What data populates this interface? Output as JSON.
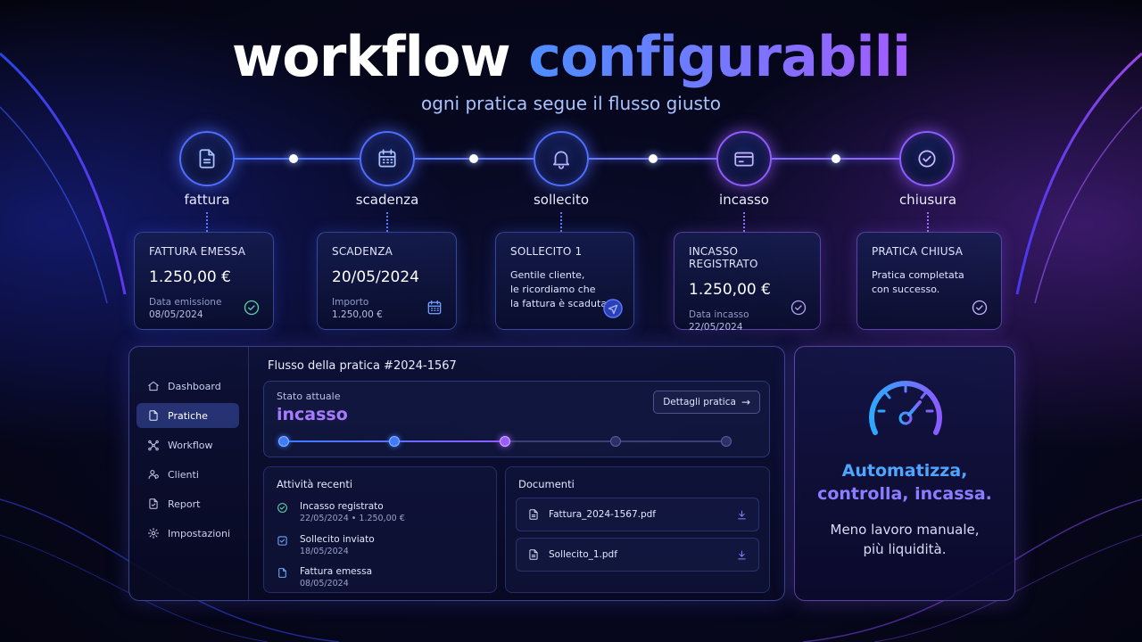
{
  "hero": {
    "title_part1": "workflow",
    "title_part2": "configurabili",
    "subtitle": "ogni pratica segue il flusso giusto"
  },
  "timeline": {
    "steps": [
      {
        "label": "fattura",
        "icon": "document-icon"
      },
      {
        "label": "scadenza",
        "icon": "calendar-icon"
      },
      {
        "label": "sollecito",
        "icon": "bell-icon"
      },
      {
        "label": "incasso",
        "icon": "credit-card-icon"
      },
      {
        "label": "chiusura",
        "icon": "check-circle-icon"
      }
    ]
  },
  "cards": {
    "fattura": {
      "title": "FATTURA EMESSA",
      "value": "1.250,00 €",
      "sub_label": "Data emissione",
      "sub_value": "08/05/2024"
    },
    "scadenza": {
      "title": "SCADENZA",
      "value": "20/05/2024",
      "sub_label": "Importo",
      "sub_value": "1.250,00 €"
    },
    "sollecito": {
      "title": "SOLLECITO 1",
      "line1": "Gentile cliente,",
      "line2": "le ricordiamo che",
      "line3": "la fattura è scaduta."
    },
    "incasso": {
      "title": "INCASSO REGISTRATO",
      "value": "1.250,00 €",
      "sub_label": "Data incasso",
      "sub_value": "22/05/2024"
    },
    "chiusura": {
      "title": "PRATICA CHIUSA",
      "line1": "Pratica completata",
      "line2": "con successo."
    }
  },
  "sidebar": {
    "items": [
      {
        "label": "Dashboard",
        "icon": "home-icon"
      },
      {
        "label": "Pratiche",
        "icon": "document-icon",
        "active": true
      },
      {
        "label": "Workflow",
        "icon": "workflow-icon"
      },
      {
        "label": "Clienti",
        "icon": "users-icon"
      },
      {
        "label": "Report",
        "icon": "report-icon"
      },
      {
        "label": "Impostazioni",
        "icon": "gear-icon"
      }
    ]
  },
  "flow": {
    "title": "Flusso della pratica #2024-1567",
    "state_label": "Stato attuale",
    "state_value": "incasso",
    "details_button": "Dettagli pratica",
    "progress_steps_total": 5,
    "progress_current_step": 3
  },
  "activity": {
    "title": "Attività recenti",
    "items": [
      {
        "name": "Incasso registrato",
        "meta": "22/05/2024  •  1.250,00 €",
        "icon": "check-circle-icon"
      },
      {
        "name": "Sollecito inviato",
        "meta": "18/05/2024",
        "icon": "check-square-icon"
      },
      {
        "name": "Fattura emessa",
        "meta": "08/05/2024",
        "icon": "document-icon"
      }
    ]
  },
  "documents": {
    "title": "Documenti",
    "items": [
      {
        "name": "Fattura_2024-1567.pdf"
      },
      {
        "name": "Sollecito_1.pdf"
      }
    ]
  },
  "promo": {
    "headline1": "Automatizza,",
    "headline2": "controlla, incassa.",
    "sub1": "Meno lavoro manuale,",
    "sub2": "più liquidità."
  },
  "colors": {
    "accent_blue": "#3d7bff",
    "accent_purple": "#9a5cff",
    "background": "#070820"
  }
}
